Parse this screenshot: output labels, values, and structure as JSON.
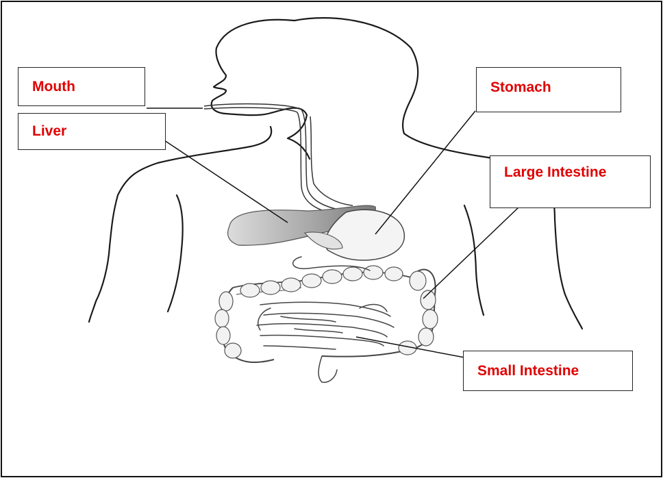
{
  "diagram": {
    "labels": {
      "mouth": "Mouth",
      "liver": "Liver",
      "stomach": "Stomach",
      "large_intestine": "Large Intestine",
      "small_intestine": "Small Intestine"
    },
    "colors": {
      "label_text": "#e00000",
      "box_border": "#222222",
      "outline": "#1a1a1a",
      "organ_shade": "#8a8a8a"
    }
  }
}
